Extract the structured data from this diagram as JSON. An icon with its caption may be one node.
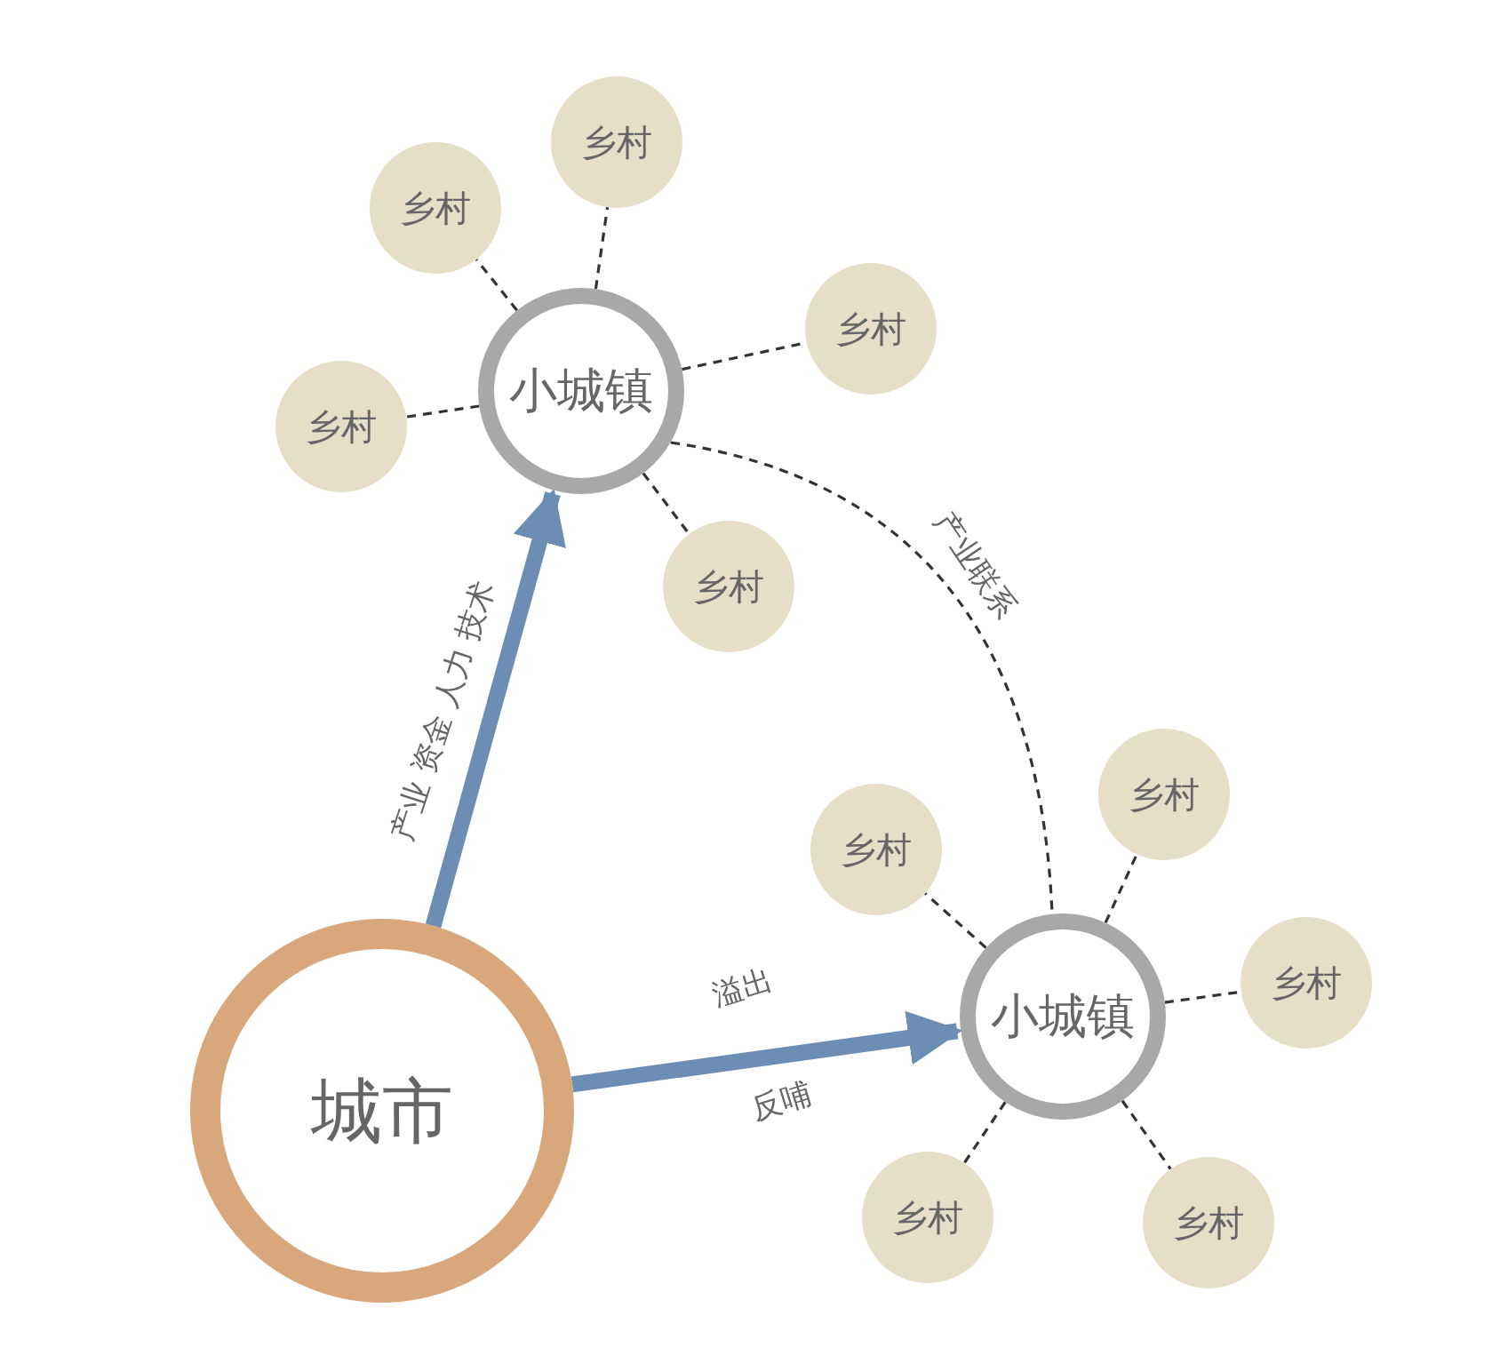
{
  "diagram": {
    "nodes": [
      {
        "text": [
          "城市"
        ]
      },
      {
        "text": [
          "小城镇"
        ]
      },
      {
        "text": [
          "小城镇"
        ]
      },
      {
        "text": [
          "乡村"
        ]
      },
      {
        "text": [
          "乡村"
        ]
      },
      {
        "text": [
          "乡村"
        ]
      },
      {
        "text": [
          "乡村"
        ]
      },
      {
        "text": [
          "乡村"
        ]
      },
      {
        "text": [
          "乡村"
        ]
      },
      {
        "text": [
          "乡村"
        ]
      },
      {
        "text": [
          "乡村"
        ]
      },
      {
        "text": [
          "乡村"
        ]
      },
      {
        "text": [
          "乡村"
        ]
      }
    ],
    "edges": [
      {
        "from": 0,
        "to": 1,
        "arrow": "to",
        "label": "产业 资金 人力 技术",
        "style": "thick",
        "color": "#6c8db4"
      },
      {
        "from": 0,
        "to": 2,
        "arrow": "to",
        "label": "溢出",
        "style": "thick",
        "color": "#6c8db4"
      },
      {
        "from": 1,
        "to": 2,
        "arrow": "none",
        "label": "产业联系",
        "style": "dashed"
      },
      {
        "from": 1,
        "to": 3,
        "arrow": "none",
        "style": "dashed"
      },
      {
        "from": 1,
        "to": 4,
        "arrow": "none",
        "style": "dashed"
      },
      {
        "from": 1,
        "to": 5,
        "arrow": "none",
        "style": "dashed"
      },
      {
        "from": 1,
        "to": 6,
        "arrow": "none",
        "style": "dashed"
      },
      {
        "from": 1,
        "to": 7,
        "arrow": "none",
        "style": "dashed"
      },
      {
        "from": 2,
        "to": 8,
        "arrow": "none",
        "style": "dashed"
      },
      {
        "from": 2,
        "to": 9,
        "arrow": "none",
        "style": "dashed"
      },
      {
        "from": 2,
        "to": 10,
        "arrow": "none",
        "style": "dashed"
      },
      {
        "from": 2,
        "to": 11,
        "arrow": "none",
        "style": "dashed"
      },
      {
        "from": 2,
        "to": 12,
        "arrow": "none",
        "style": "dashed"
      }
    ],
    "labels": [
      "反哺"
    ]
  }
}
